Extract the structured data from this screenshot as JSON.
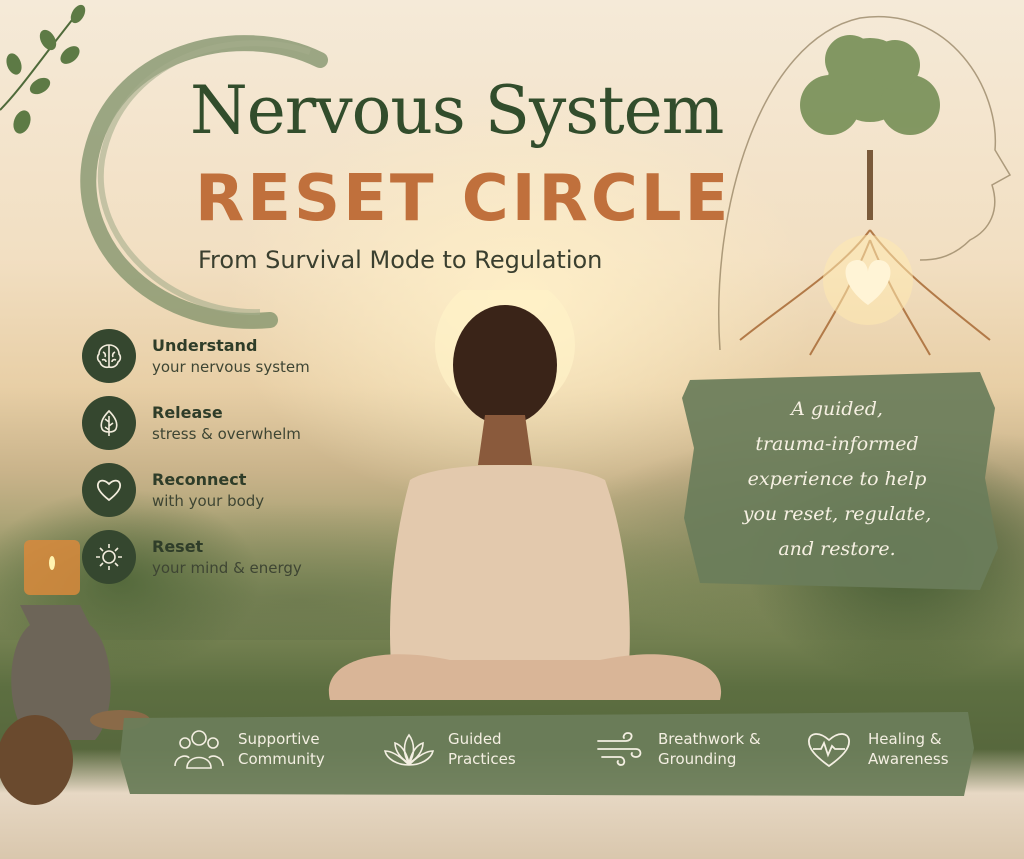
{
  "header": {
    "title_line1": "Nervous System",
    "title_line2": "RESET CIRCLE",
    "subtitle": "From Survival Mode to Regulation"
  },
  "pillars": [
    {
      "heading": "Understand",
      "sub": "your nervous system",
      "icon": "brain-icon"
    },
    {
      "heading": "Release",
      "sub": "stress & overwhelm",
      "icon": "leaf-icon"
    },
    {
      "heading": "Reconnect",
      "sub": "with your body",
      "icon": "heart-icon"
    },
    {
      "heading": "Reset",
      "sub": "your mind & energy",
      "icon": "sun-icon"
    }
  ],
  "tagline": {
    "line1": "A guided,",
    "line2": "trauma-informed",
    "line3": "experience to help",
    "line4": "you reset, regulate,",
    "line5": "and restore."
  },
  "features": [
    {
      "line1": "Supportive",
      "line2": "Community",
      "icon": "community-icon"
    },
    {
      "line1": "Guided",
      "line2": "Practices",
      "icon": "lotus-icon"
    },
    {
      "line1": "Breathwork &",
      "line2": "Grounding",
      "icon": "wind-icon"
    },
    {
      "line1": "Healing &",
      "line2": "Awareness",
      "icon": "heartbeat-icon"
    }
  ],
  "colors": {
    "green_dark": "#35472f",
    "green_brush": "#6b7d5a",
    "title_green": "#324d2c",
    "accent_orange": "#c0703c"
  }
}
